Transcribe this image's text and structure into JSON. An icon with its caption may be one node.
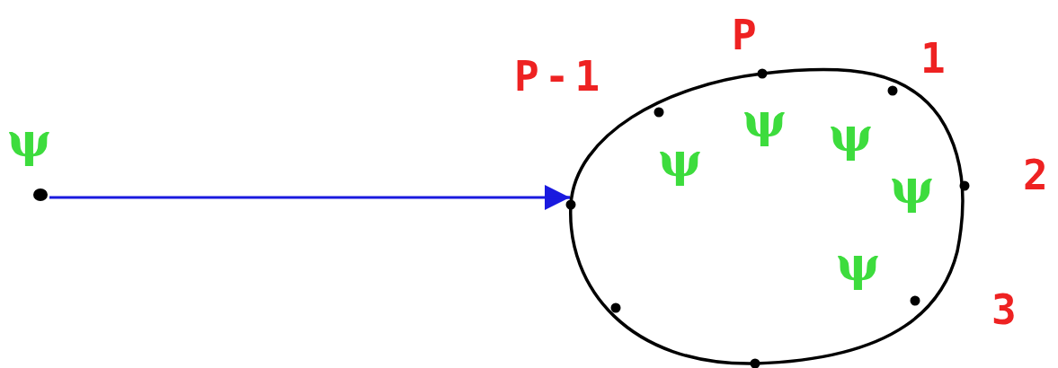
{
  "diagram": {
    "nodes": [
      {
        "text": [],
        "shape": "circle",
        "beside": [
          "ψ"
        ]
      },
      {
        "text": [
          "ψ",
          "ψ",
          "ψ",
          "ψ",
          "ψ"
        ]
      }
    ],
    "edges": [
      {
        "from": 0,
        "to": 1,
        "arrow": "to"
      }
    ],
    "labels": [
      "P-1",
      "P",
      "1",
      "2",
      "3"
    ]
  }
}
